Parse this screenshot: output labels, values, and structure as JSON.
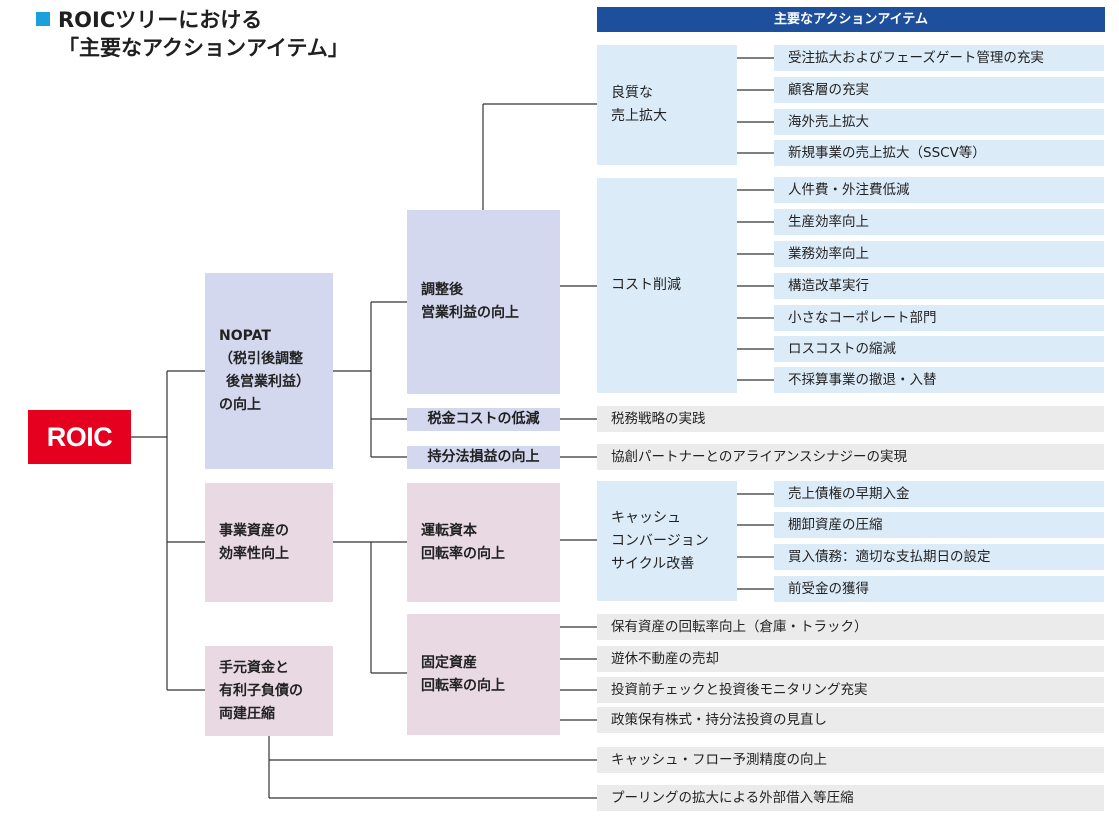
{
  "title": {
    "line1": "ROICツリーにおける",
    "line2": "「主要なアクションアイテム」"
  },
  "header": "主要なアクションアイテム",
  "root": "ROIC",
  "level1": {
    "nopat": [
      "NOPAT",
      "（税引後調整",
      "後営業利益）",
      "の向上"
    ],
    "asset": [
      "事業資産の",
      "効率性向上"
    ],
    "cash": [
      "手元資金と",
      "有利子負債の",
      "両建圧縮"
    ]
  },
  "level2": {
    "op_profit": [
      "調整後",
      "営業利益の向上"
    ],
    "tax": "税金コストの低減",
    "equity": "持分法損益の向上",
    "working": [
      "運転資本",
      "回転率の向上"
    ],
    "fixed": [
      "固定資産",
      "回転率の向上"
    ]
  },
  "categories": {
    "quality_sales": [
      "良質な",
      "売上拡大"
    ],
    "cost": [
      "コスト削減"
    ],
    "ccc": [
      "キャッシュ",
      "コンバージョン",
      "サイクル改善"
    ]
  },
  "actions": {
    "sales": [
      "受注拡大およびフェーズゲート管理の充実",
      "顧客層の充実",
      "海外売上拡大",
      "新規事業の売上拡大（SSCV等）"
    ],
    "cost": [
      "人件費・外注費低減",
      "生産効率向上",
      "業務効率向上",
      "構造改革実行",
      "小さなコーポレート部門",
      "ロスコストの縮減",
      "不採算事業の撤退・入替"
    ],
    "tax": "税務戦略の実践",
    "equity": "協創パートナーとのアライアンスシナジーの実現",
    "ccc": [
      "売上債権の早期入金",
      "棚卸資産の圧縮",
      "買入債務：適切な支払期日の設定",
      "前受金の獲得"
    ],
    "fixed": [
      "保有資産の回転率向上（倉庫・トラック）",
      "遊休不動産の売却",
      "投資前チェックと投資後モニタリング充実",
      "政策保有株式・持分法投資の見直し"
    ],
    "cash": [
      "キャッシュ・フロー予測精度の向上",
      "プーリングの拡大による外部借入等圧縮"
    ]
  },
  "colors": {
    "roic_red": "#e6001f",
    "header_navy": "#1d4f9c",
    "title_square": "#1aa0dc",
    "lavender": "#d3d8ee",
    "pink": "#e9d9e2",
    "light_blue": "#dcebf8",
    "gray": "#ebebeb"
  }
}
